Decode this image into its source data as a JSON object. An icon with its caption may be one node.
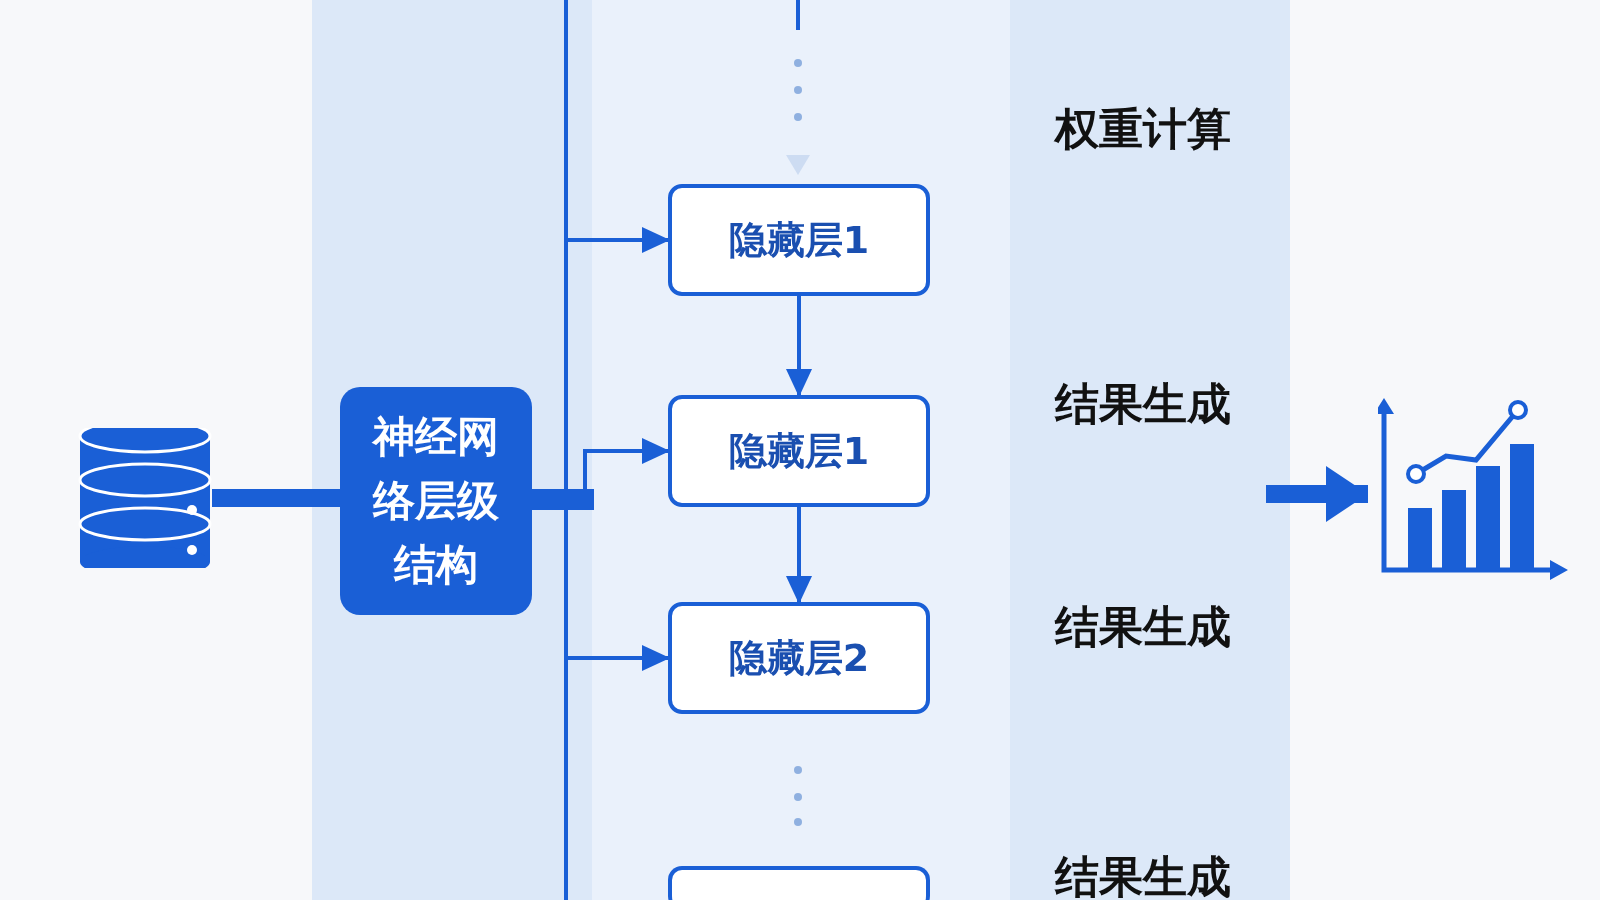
{
  "diagram": {
    "nodes": [
      {
        "text": [],
        "shape": "cylinder"
      },
      {
        "text": [
          "神经网络层级结构"
        ]
      },
      {
        "text": [
          "隐藏层1"
        ]
      },
      {
        "text": [
          "隐藏层1"
        ]
      },
      {
        "text": [
          "隐藏层2"
        ]
      },
      {
        "text": [],
        "shape": "box"
      },
      {
        "text": [],
        "shape": "chart"
      }
    ],
    "edges": [
      {
        "from": 0,
        "to": 1,
        "arrow": "to",
        "style": "thick"
      },
      {
        "from": 1,
        "to": 2,
        "arrow": "to"
      },
      {
        "from": 1,
        "to": 3,
        "arrow": "to"
      },
      {
        "from": 1,
        "to": 4,
        "arrow": "to"
      },
      {
        "from": 2,
        "to": 3,
        "arrow": "to"
      },
      {
        "from": 3,
        "to": 4,
        "arrow": "to"
      },
      {
        "from": null,
        "to": 6,
        "arrow": "to",
        "style": "thick"
      }
    ],
    "labels": [
      "权重计算",
      "结果生成",
      "结果生成",
      "结果生成"
    ]
  }
}
